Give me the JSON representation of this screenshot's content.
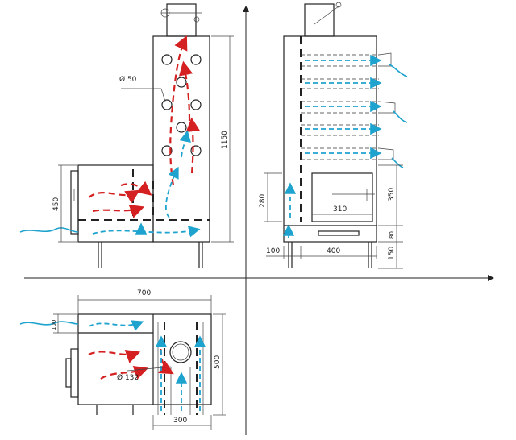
{
  "dimensions": {
    "pipe_holes": "Ø 50",
    "total_height": "1150",
    "firebox_height": "450",
    "door_opening_height": "280",
    "door_width": "310",
    "door_panel_height": "350",
    "ash_height": "80",
    "leg_height": "150",
    "left_offset": "100",
    "front_width": "400",
    "top_width": "700",
    "top_depth_small": "100",
    "flue_diameter": "Ø 132",
    "plan_depth": "500",
    "plan_chimney_width": "300"
  },
  "colors": {
    "hot_flow": "#d42020",
    "cold_flow": "#1ea3cf",
    "lines": "#222222"
  }
}
